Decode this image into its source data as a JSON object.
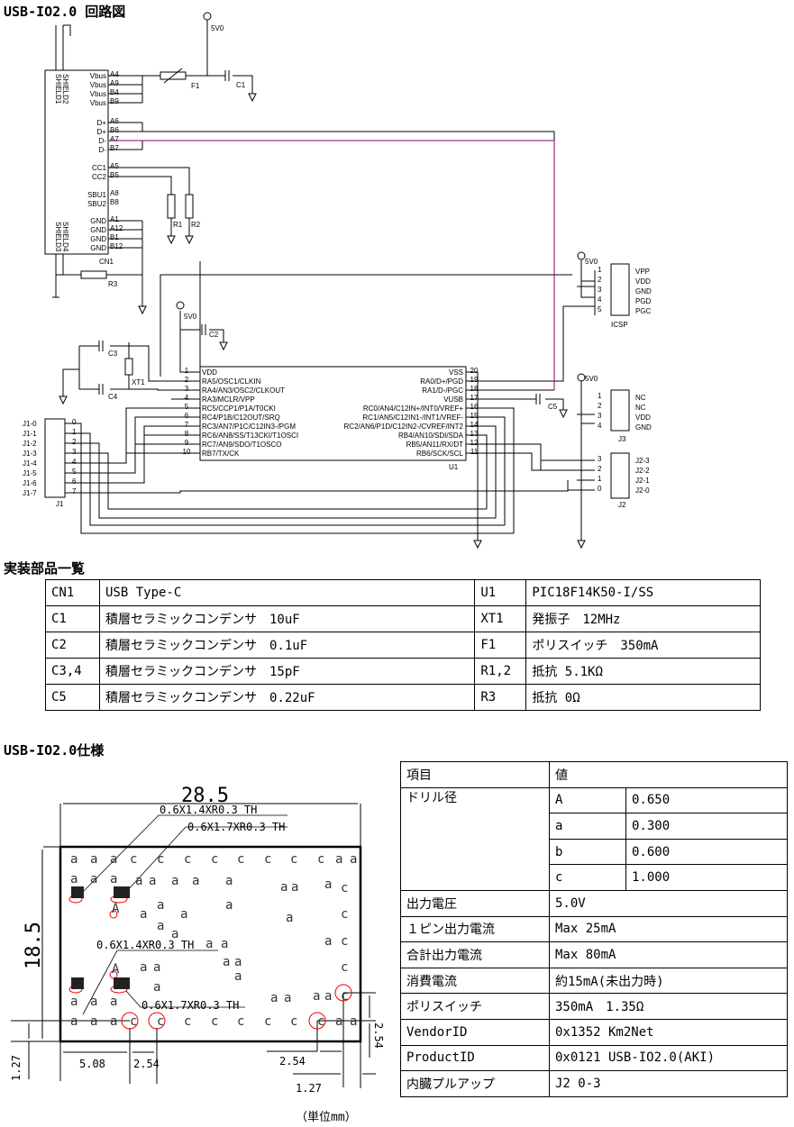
{
  "title": "USB-IO2.0 回路図",
  "schematic": {
    "power": "5V0",
    "cn1": {
      "ref": "CN1",
      "shields": [
        "SHIELD1",
        "SHIELD2",
        "SHIELD3",
        "SHIELD4"
      ],
      "pins": [
        [
          "Vbus",
          "A4"
        ],
        [
          "Vbus",
          "A9"
        ],
        [
          "Vbus",
          "B4"
        ],
        [
          "Vbus",
          "B9"
        ],
        [
          "D+",
          "A6"
        ],
        [
          "D+",
          "B6"
        ],
        [
          "D-",
          "A7"
        ],
        [
          "D-",
          "B7"
        ],
        [
          "CC1",
          "A5"
        ],
        [
          "CC2",
          "B5"
        ],
        [
          "SBU1",
          "A8"
        ],
        [
          "SBU2",
          "B8"
        ],
        [
          "GND",
          "A1"
        ],
        [
          "GND",
          "A12"
        ],
        [
          "GND",
          "B1"
        ],
        [
          "GND",
          "B12"
        ]
      ]
    },
    "parts": {
      "f1": "F1",
      "c1": "C1",
      "c2": "C2",
      "c3": "C3",
      "c4": "C4",
      "c5": "C5",
      "r1": "R1",
      "r2": "R2",
      "r3": "R3",
      "xt1": "XT1"
    },
    "u1": {
      "ref": "U1",
      "left": [
        [
          "1",
          "VDD"
        ],
        [
          "2",
          "RA5/OSC1/CLKIN"
        ],
        [
          "3",
          "RA4/AN3/OSC2/CLKOUT"
        ],
        [
          "4",
          "RA3/MCLR/VPP"
        ],
        [
          "5",
          "RC5/CCP1/P1A/T0CKI"
        ],
        [
          "6",
          "RC4/P1B/C12OUT/SRQ"
        ],
        [
          "7",
          "RC3/AN7/P1C/C12IN3-/PGM"
        ],
        [
          "8",
          "RC6/AN8/SS/T13CKI/T1OSCI"
        ],
        [
          "9",
          "RC7/AN9/SDO/T1OSCO"
        ],
        [
          "10",
          "RB7/TX/CK"
        ]
      ],
      "right": [
        [
          "20",
          "VSS"
        ],
        [
          "19",
          "RA0/D+/PGD"
        ],
        [
          "18",
          "RA1/D-/PGC"
        ],
        [
          "17",
          "VUSB"
        ],
        [
          "16",
          "RC0/AN4/C12IN+/INT0/VREF+"
        ],
        [
          "15",
          "RC1/AN5/C12IN1-/INT1/VREF-"
        ],
        [
          "14",
          "RC2/AN6/P1D/C12IN2-/CVREF/INT2"
        ],
        [
          "13",
          "RB4/AN10/SDI/SDA"
        ],
        [
          "12",
          "RB5/AN11/RX/DT"
        ],
        [
          "11",
          "RB6/SCK/SCL"
        ]
      ]
    },
    "j1": {
      "ref": "J1",
      "labels": [
        "J1-0",
        "J1-1",
        "J1-2",
        "J1-3",
        "J1-4",
        "J1-5",
        "J1-6",
        "J1-7"
      ],
      "nums": [
        "0",
        "1",
        "2",
        "3",
        "4",
        "5",
        "6",
        "7"
      ]
    },
    "j2": {
      "ref": "J2",
      "labels": [
        "J2-3",
        "J2-2",
        "J2-1",
        "J2-0"
      ],
      "nums": [
        "3",
        "2",
        "1",
        "0"
      ]
    },
    "j3": {
      "ref": "J3",
      "labels": [
        "NC",
        "NC",
        "VDD",
        "GND"
      ],
      "nums": [
        "1",
        "2",
        "3",
        "4"
      ]
    },
    "icsp": {
      "ref": "ICSP",
      "labels": [
        "VPP",
        "VDD",
        "GND",
        "PGD",
        "PGC"
      ],
      "nums": [
        "1",
        "2",
        "3",
        "4",
        "5"
      ]
    }
  },
  "parts_heading": "実装部品一覧",
  "parts_table": [
    [
      "CN1",
      "USB Type-C",
      "U1",
      "PIC18F14K50-I/SS"
    ],
    [
      "C1",
      "積層セラミックコンデンサ　10uF",
      "XT1",
      "発振子　12MHz"
    ],
    [
      "C2",
      "積層セラミックコンデンサ　0.1uF",
      "F1",
      "ポリスイッチ　350mA"
    ],
    [
      "C3,4",
      "積層セラミックコンデンサ　15pF",
      "R1,2",
      "抵抗 5.1KΩ"
    ],
    [
      "C5",
      "積層セラミックコンデンサ　0.22uF",
      "R3",
      "抵抗 0Ω"
    ]
  ],
  "spec_heading": "USB-IO2.0仕様",
  "drawing": {
    "width": "28.5",
    "height": "18.5",
    "pad1": "0.6X1.4XR0.3 TH",
    "pad2": "0.6X1.7XR0.3 TH",
    "d508": "5.08",
    "d254": "2.54",
    "d127": "1.27",
    "hole_a": "a",
    "hole_c": "c",
    "mark_A": "A",
    "unit": "（単位mm）"
  },
  "spec_table": {
    "header": [
      "項目",
      "値"
    ],
    "drill": {
      "label": "ドリル径",
      "rows": [
        [
          "A",
          "0.650"
        ],
        [
          "a",
          "0.300"
        ],
        [
          "b",
          "0.600"
        ],
        [
          "c",
          "1.000"
        ]
      ]
    },
    "rows": [
      [
        "出力電圧",
        "5.0V"
      ],
      [
        "１ピン出力電流",
        "Max 25mA"
      ],
      [
        "合計出力電流",
        "Max 80mA"
      ],
      [
        "消費電流",
        "約15mA(未出力時)"
      ],
      [
        "ポリスイッチ",
        "350mA　1.35Ω"
      ],
      [
        "VendorID",
        "0x1352 Km2Net"
      ],
      [
        "ProductID",
        "0x0121 USB-IO2.0(AKI)"
      ],
      [
        "内臓プルアップ",
        "J2 0-3"
      ]
    ]
  }
}
